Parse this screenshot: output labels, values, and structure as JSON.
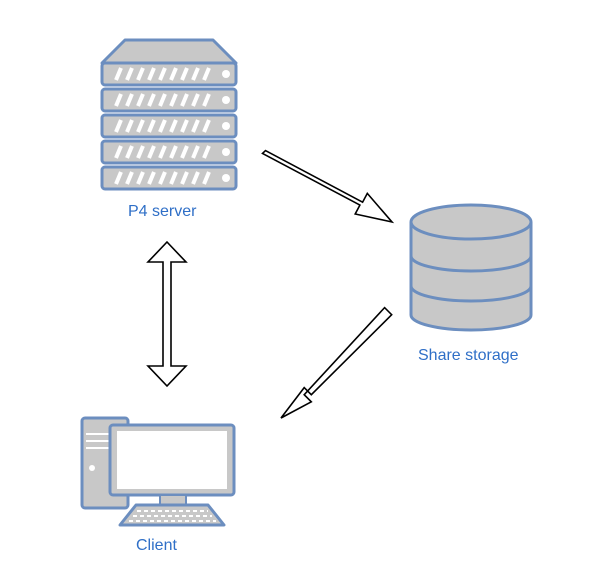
{
  "nodes": {
    "server": {
      "label": "P4 server"
    },
    "storage": {
      "label": "Share storage"
    },
    "client": {
      "label": "Client"
    }
  },
  "edges": [
    {
      "from": "server",
      "to": "storage",
      "style": "single-arrow"
    },
    {
      "from": "storage",
      "to": "client",
      "style": "single-arrow"
    },
    {
      "from": "server",
      "to": "client",
      "style": "double-arrow"
    }
  ],
  "colors": {
    "label": "#2f6fc7",
    "outline": "#6c8ebf",
    "fill_gray": "#c8c8c8",
    "fill_white": "#ffffff",
    "arrow_stroke": "#000000"
  }
}
